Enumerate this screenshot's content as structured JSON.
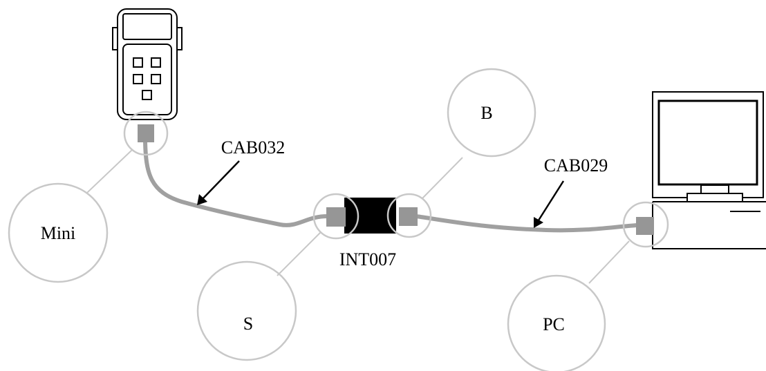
{
  "labels": {
    "mini": "Mini",
    "s": "S",
    "b": "B",
    "pc": "PC",
    "cab032": "CAB032",
    "cab029": "CAB029",
    "int007": "INT007"
  },
  "colors": {
    "cable": "#a0a0a0",
    "connector": "#969696",
    "callout_ring": "#c8c8c8",
    "adapter": "#000000",
    "outline": "#000000"
  }
}
